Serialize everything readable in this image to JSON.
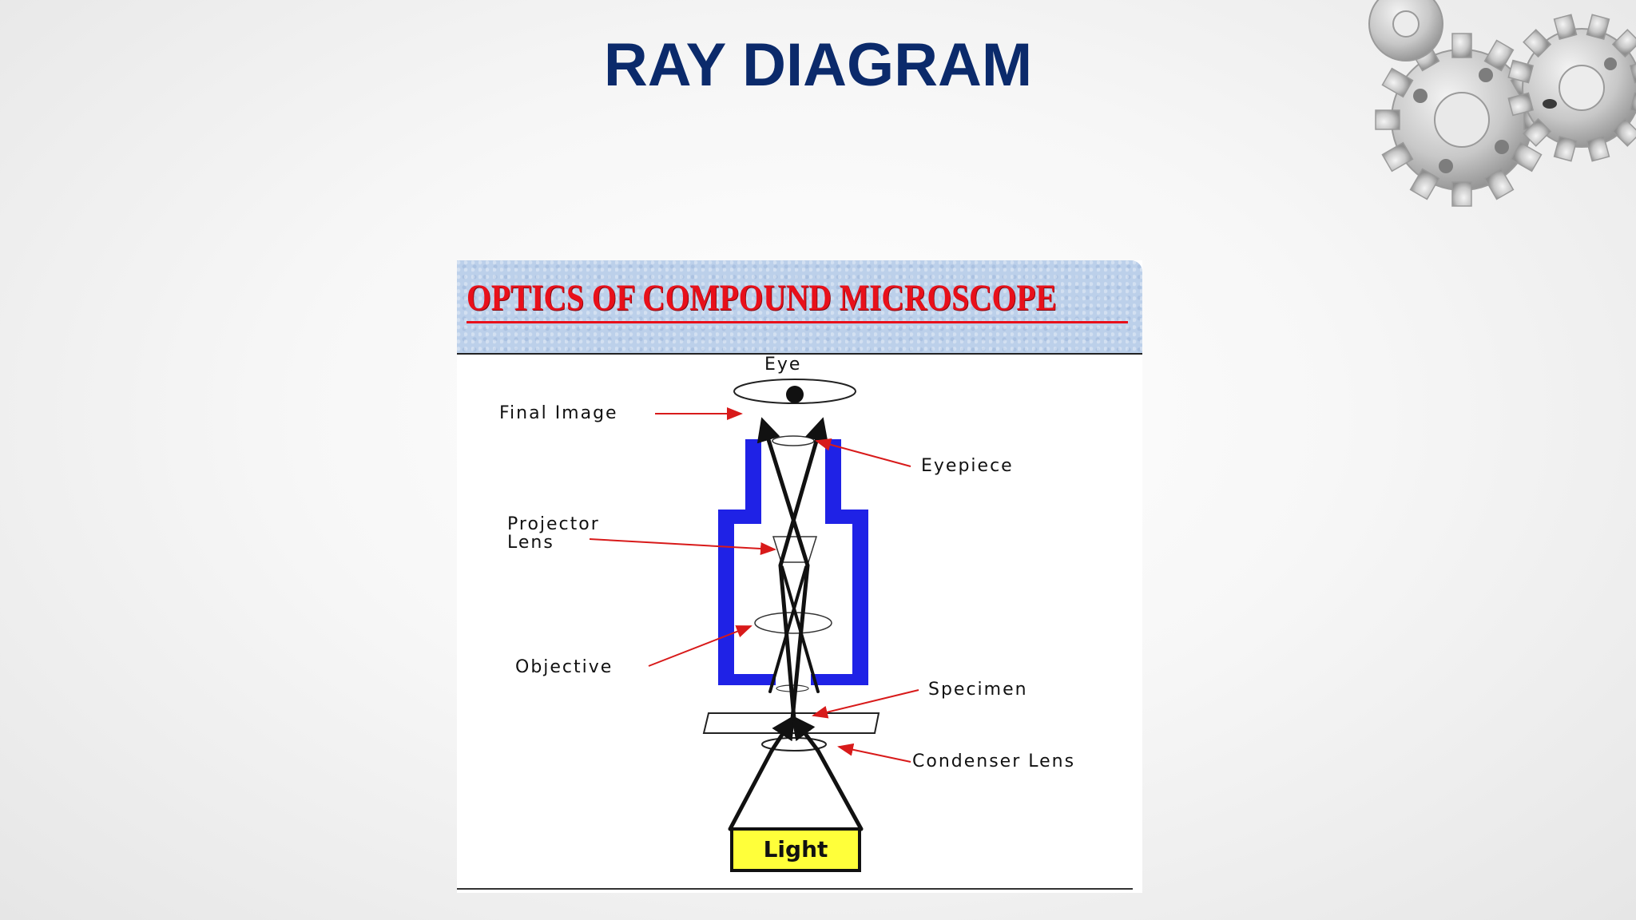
{
  "slide": {
    "title": "RAY DIAGRAM"
  },
  "figure": {
    "heading": "OPTICS OF COMPOUND MICROSCOPE",
    "labels": {
      "eye": "Eye",
      "final_image": "Final Image",
      "eyepiece": "Eyepiece",
      "projector_lens_line1": "Projector",
      "projector_lens_line2": "Lens",
      "objective": "Objective",
      "specimen": "Specimen",
      "condenser_lens": "Condenser Lens",
      "light": "Light"
    }
  },
  "colors": {
    "title": "#0b2a6b",
    "heading": "#e8101a",
    "header_band": "#bcd0ea",
    "tube": "#1f22e6",
    "pointer_arrows": "#d81a1a",
    "light_box": "#ffff3a"
  }
}
